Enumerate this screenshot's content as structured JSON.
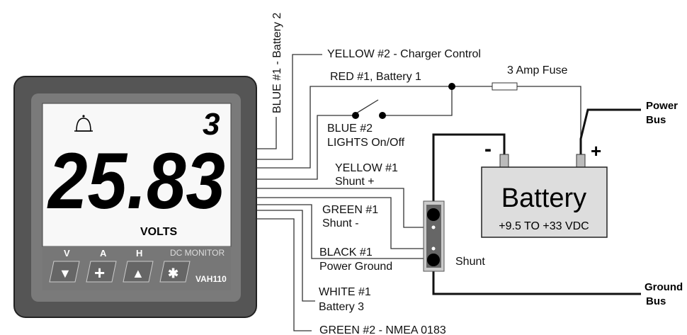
{
  "device": {
    "reading": "25.83",
    "channel": "3",
    "unit": "VOLTS",
    "brand": "DC MONITOR",
    "model": "VAH110",
    "buttons": [
      {
        "key": "V",
        "symbol": "▼"
      },
      {
        "key": "A",
        "symbol": "+"
      },
      {
        "key": "H",
        "symbol": "▲"
      },
      {
        "key": "",
        "symbol": "✱"
      }
    ]
  },
  "wires": {
    "blue1": "BLUE #1 - Battery 2",
    "yellow2": "YELLOW #2 - Charger Control",
    "red1": "RED #1, Battery 1",
    "blue2_line1": "BLUE #2",
    "blue2_line2": "LIGHTS On/Off",
    "yellow1_line1": "YELLOW #1",
    "yellow1_line2": "Shunt +",
    "green1_line1": "GREEN #1",
    "green1_line2": "Shunt -",
    "black1_line1": "BLACK #1",
    "black1_line2": "Power Ground",
    "white1_line1": "WHITE #1",
    "white1_line2": "Battery 3",
    "green2": "GREEN #2 - NMEA 0183"
  },
  "components": {
    "fuse": "3 Amp Fuse",
    "shunt": "Shunt",
    "battery_title": "Battery",
    "battery_range": "+9.5 TO +33 VDC",
    "minus": "-",
    "plus": "+",
    "power_bus_1": "Power",
    "power_bus_2": "Bus",
    "ground_bus_1": "Ground",
    "ground_bus_2": "Bus"
  }
}
